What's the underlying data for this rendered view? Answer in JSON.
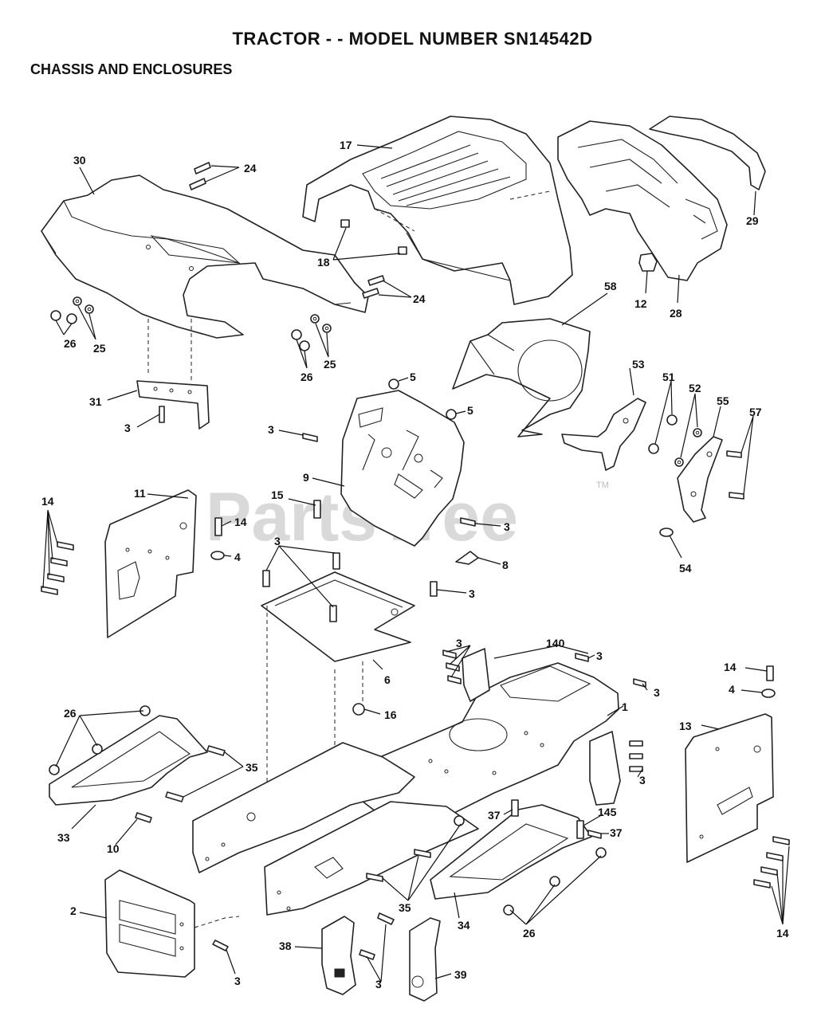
{
  "header": {
    "title": "TRACTOR - - MODEL NUMBER SN14542D",
    "section": "CHASSIS AND ENCLOSURES"
  },
  "watermark": {
    "text": "PartsTree",
    "mark": "TM"
  },
  "callouts": {
    "c30": "30",
    "c24a": "24",
    "c17": "17",
    "c29": "29",
    "c18": "18",
    "c24b": "24",
    "c12": "12",
    "c28": "28",
    "c58": "58",
    "c26a": "26",
    "c25a": "25",
    "c26b": "26",
    "c25b": "25",
    "c5a": "5",
    "c5b": "5",
    "c53": "53",
    "c51": "51",
    "c52": "52",
    "c55": "55",
    "c57": "57",
    "c31": "31",
    "c3a": "3",
    "c3b": "3",
    "c9": "9",
    "c11": "11",
    "c14a": "14",
    "c15": "15",
    "c14b": "14",
    "c3c": "3",
    "c4a": "4",
    "c3d": "3",
    "c54": "54",
    "c8": "8",
    "c3e": "3",
    "c6": "6",
    "c3f": "3",
    "c140": "140",
    "c3g": "3",
    "c3h": "3",
    "c14c": "14",
    "c4b": "4",
    "c16": "16",
    "c1": "1",
    "c26c": "26",
    "c13": "13",
    "c35a": "35",
    "c3i": "3",
    "c37a": "37",
    "c145": "145",
    "c37b": "37",
    "c33": "33",
    "c10": "10",
    "c35b": "35",
    "c2": "2",
    "c34": "34",
    "c26d": "26",
    "c14d": "14",
    "c38": "38",
    "c39": "39",
    "c3j": "3",
    "c3k": "3"
  }
}
